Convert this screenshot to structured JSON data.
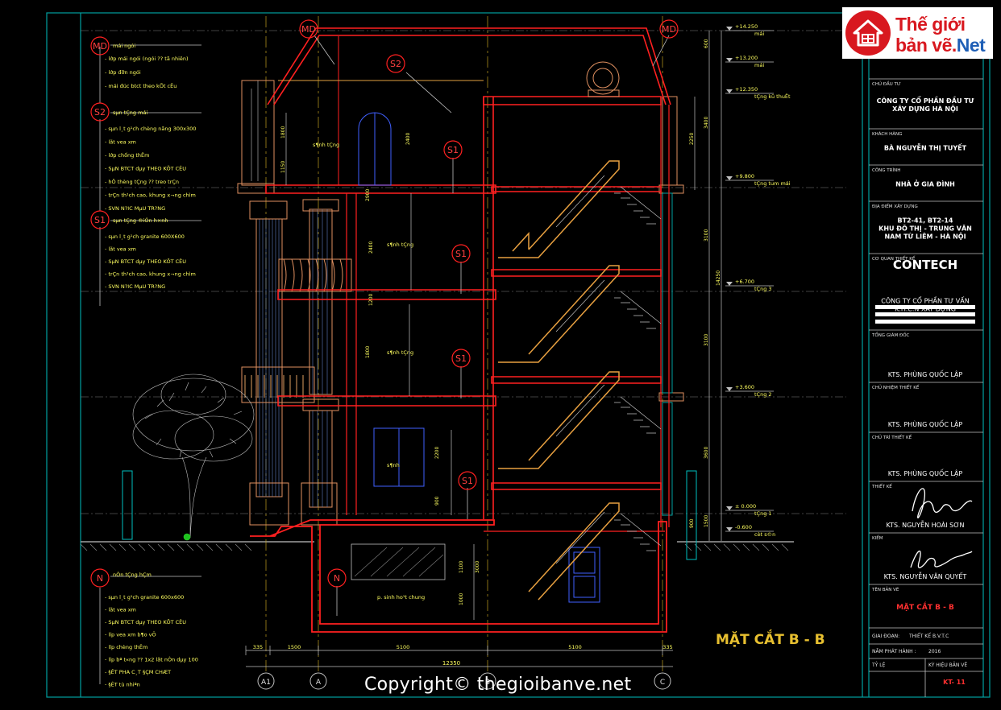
{
  "logo": {
    "line1": "Thế giới",
    "line2a": "bản vẽ.",
    "line2b": "Net"
  },
  "drawing_title": "MẶT CẮT B - B",
  "copyright": "Copyright© thegioibanve.net",
  "colors": {
    "background": "#000000",
    "frame": "#00a0a0",
    "wall": "#ff2020",
    "stair": "#e8a040",
    "text_yellow": "#ffff40",
    "leader": "#ffffff"
  },
  "callouts": {
    "MD": {
      "tag": "MD",
      "title": "mái ngói",
      "items": [
        "lớp mái ngói (ngói ?? tã nhiên)",
        "lớp đỡn ngói",
        "mái đúc btct theo kÕt cÊu"
      ]
    },
    "S2": {
      "tag": "S2",
      "title": "sµn tÇng mái",
      "items": [
        "sµn l¸t g¹ch chèng nãng 300x300",
        "lãt vea xm",
        "lớp chống thÊm",
        "SµN BTCT dµy THEO KÕT CÊU",
        "hÖ thèng tÇng ?? treo trÇn",
        "trÇn th¹ch cao, khung x¬ng chìm",
        "SVN N?IC MµU TR?NG"
      ]
    },
    "S1": {
      "tag": "S1",
      "title": "sµn tÇng ®iÓn h×nh",
      "items": [
        "sµn l¸t g¹ch granite 600X600",
        "lãt vea xm",
        "SµN BTCT dµy THEO KÕT CÊU",
        "trÇn th¹ch cao, khung x¬ng chìm",
        "SVN N?IC MµU TR?NG"
      ]
    },
    "N": {
      "tag": "N",
      "title": "nÒn tÇng hÇm",
      "items": [
        "sµn l¸t g¹ch granite 600x600",
        "lãt vea xm",
        "SµN BTCT dµy THEO KÕT CÊU",
        "líp vea xm b¶o vÖ",
        "líp chèng thÊm",
        "líp bª t«ng ?? 1x2 lãt nÒn dµy 100",
        "§ÊT PHA C¸T §ÇM CHÆT",
        "§ÊT tù nhiªn"
      ]
    }
  },
  "section_tags": {
    "MD_left": "MD",
    "MD_right": "MD",
    "S2": "S2",
    "S1_a": "S1",
    "S1_b": "S1",
    "S1_c": "S1",
    "S1_d": "S1",
    "N": "N"
  },
  "levels": [
    {
      "elev": "+14.250",
      "name": "mái"
    },
    {
      "elev": "+13.200",
      "name": "mái"
    },
    {
      "elev": "+12.350",
      "name": "tÇng kü thuËt"
    },
    {
      "elev": "+9.800",
      "name": "tÇng tum mái"
    },
    {
      "elev": "+6.700",
      "name": "tÇng 3"
    },
    {
      "elev": "+3.600",
      "name": "tÇng 2"
    },
    {
      "elev": "± 0.000",
      "name": "tÇng 1"
    },
    {
      "elev": "-0.600",
      "name": "cèt s©n"
    }
  ],
  "room_labels": {
    "r1": "s¶nh tÇng",
    "r2": "s¶nh tÇng",
    "r3": "s¶nh tÇng",
    "r4": "s¶nh",
    "r5": "p. sinh ho¹t chung"
  },
  "vertical_dims": {
    "right_outer": [
      "600",
      "3400",
      "3100",
      "3100",
      "3600",
      "1500"
    ],
    "right_total": "14250",
    "right_inner": [
      "2250",
      "900"
    ],
    "left_room": [
      "1800",
      "1150",
      "2400",
      "2900",
      "2400",
      "1200",
      "1800",
      "2200",
      "900"
    ],
    "basement": [
      "1100",
      "3000",
      "1000"
    ]
  },
  "horizontal_dims": {
    "segments": [
      "335",
      "1500",
      "5100",
      "5100",
      "335"
    ],
    "total": "12350",
    "grids": [
      "A1",
      "A",
      "B",
      "C"
    ]
  },
  "title_block": {
    "rows": [
      {
        "label": "CHỦ ĐẦU TƯ",
        "value": "CÔNG TY CỔ PHẦN ĐẦU TƯ\nXÂY DỰNG HÀ NỘI"
      },
      {
        "label": "KHÁCH HÀNG",
        "value": "BÀ NGUYỄN THỊ TUYẾT"
      },
      {
        "label": "CÔNG TRÌNH",
        "value": "NHÀ Ở GIA ĐÌNH"
      },
      {
        "label": "ĐỊA ĐIỂM XÂY DỰNG",
        "value": "BT2-41, BT2-14\nKHU ĐÔ THỊ - TRUNG VĂN\nNAM TỪ LIÊM - HÀ NỘI"
      },
      {
        "label": "CƠ QUAN THIẾT KẾ",
        "value": "CONTECH"
      },
      {
        "label": "",
        "value": "CÔNG TY CỔ PHẦN TƯ VẤN\nK.H.C.N XÂY DỰNG"
      },
      {
        "label": "TỔNG GIÁM ĐỐC",
        "value": "KTS. PHÙNG QUỐC LẬP"
      },
      {
        "label": "CHỦ NHIỆM THIẾT KẾ",
        "value": "KTS. PHÙNG QUỐC LẬP"
      },
      {
        "label": "CHỦ TRÌ THIẾT KẾ",
        "value": "KTS. PHÙNG QUỐC LẬP"
      },
      {
        "label": "THIẾT KẾ",
        "value": "KTS. NGUYỄN HOÀI SƠN"
      },
      {
        "label": "KIỂM",
        "value": "KTS. NGUYỄN VĂN QUYẾT"
      },
      {
        "label": "TÊN BẢN VẼ",
        "value": "MẶT CẮT B - B"
      }
    ],
    "phase_label": "GIAI ĐOẠN:",
    "phase_value": "THIẾT KẾ B.V.T.C",
    "year_label": "NĂM PHÁT HÀNH :",
    "year_value": "2016",
    "scale_label": "TỶ LỆ",
    "sheet_label": "KÝ HIỆU BẢN VẼ",
    "sheet_value": "KT- 11"
  }
}
